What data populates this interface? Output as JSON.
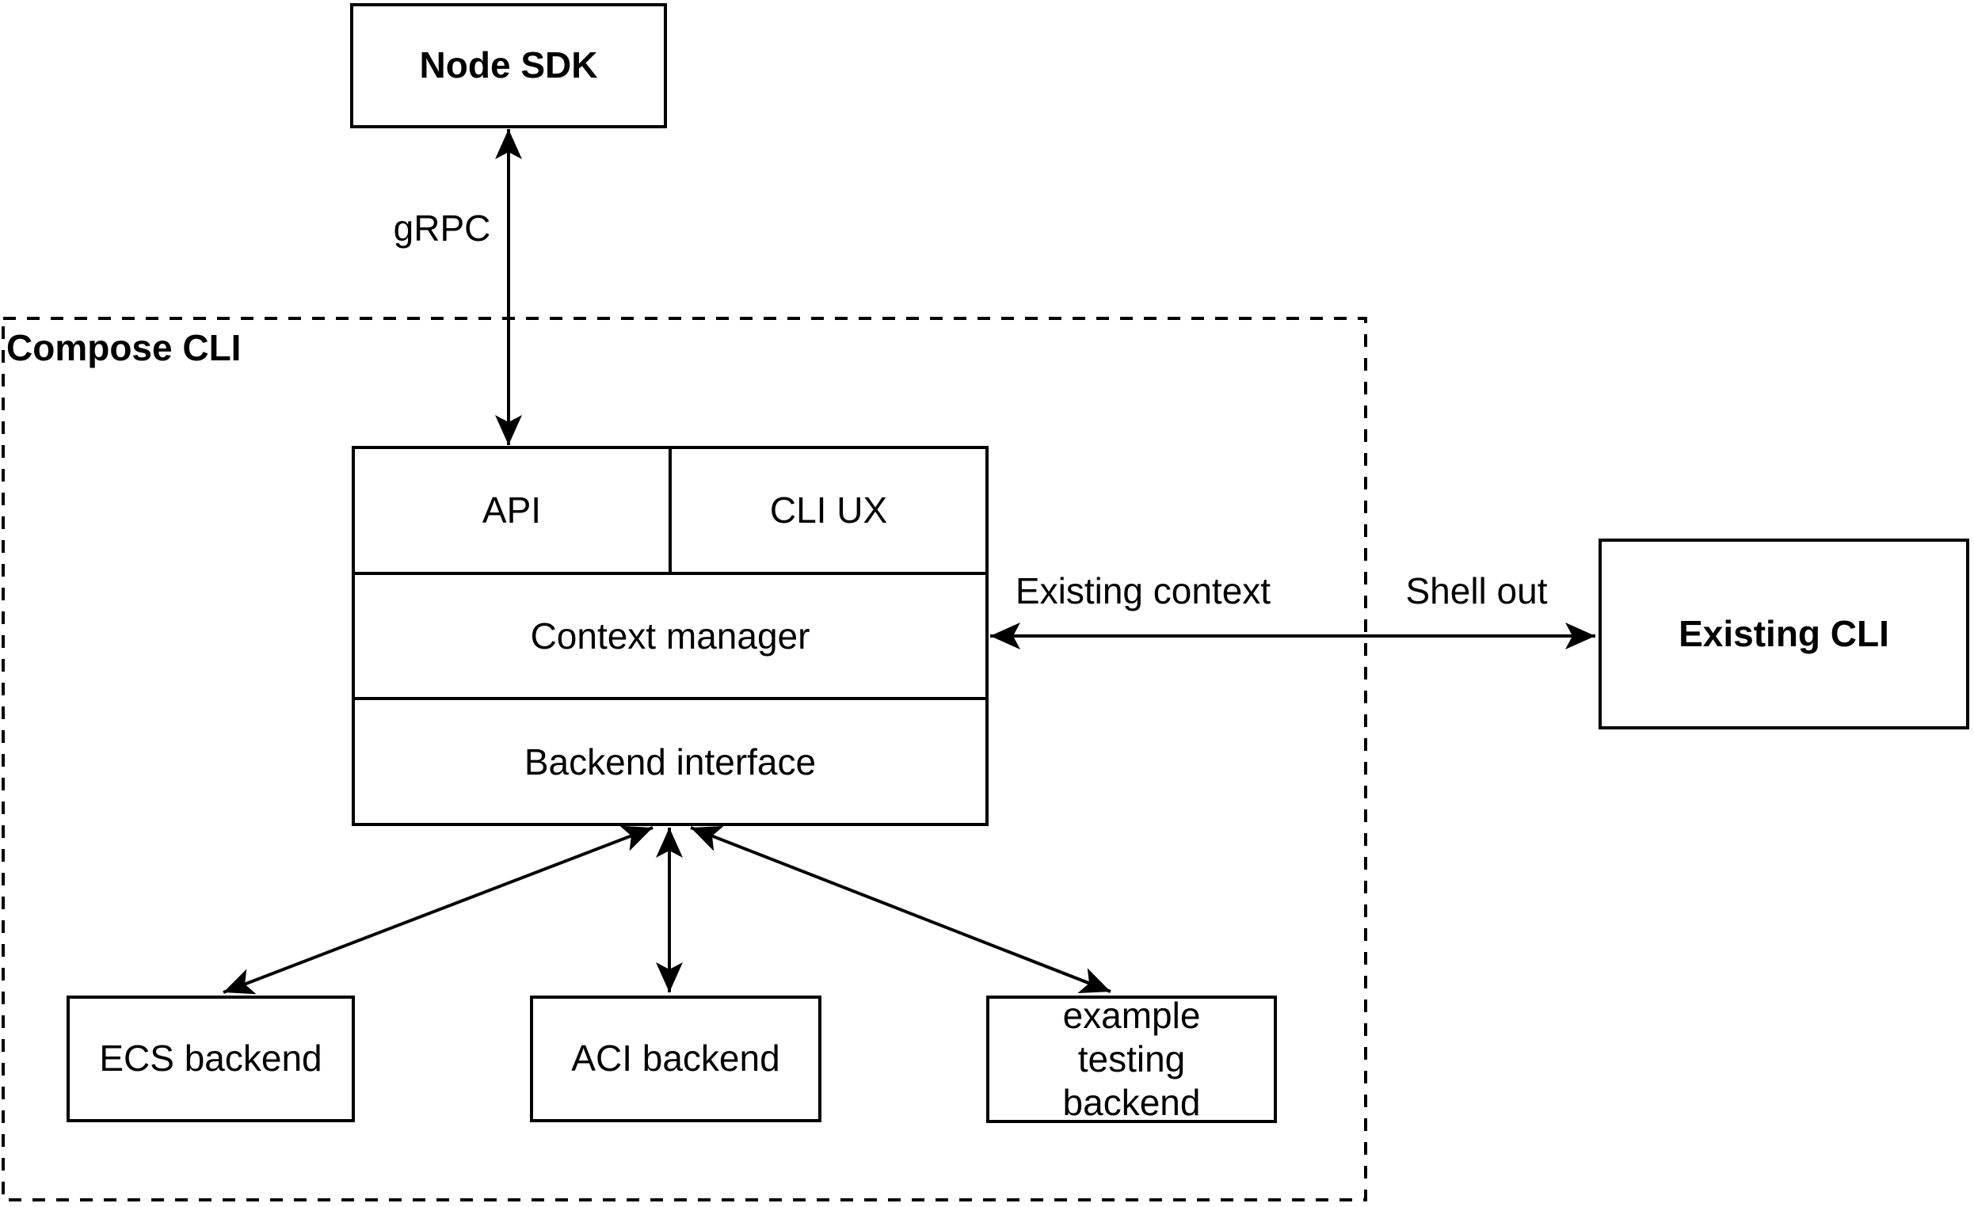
{
  "diagram": {
    "container": {
      "label": "Compose CLI"
    },
    "nodes": {
      "node_sdk": {
        "label": "Node SDK"
      },
      "api": {
        "label": "API"
      },
      "cli_ux": {
        "label": "CLI UX"
      },
      "context_manager": {
        "label": "Context manager"
      },
      "backend_interface": {
        "label": "Backend interface"
      },
      "existing_cli": {
        "label": "Existing CLI"
      },
      "ecs_backend": {
        "label": "ECS backend"
      },
      "aci_backend": {
        "label": "ACI backend"
      },
      "example_testing_backend": {
        "label": "example testing backend"
      }
    },
    "edges": {
      "grpc": {
        "label": "gRPC"
      },
      "existing_context": {
        "label": "Existing context"
      },
      "shell_out": {
        "label": "Shell out"
      }
    },
    "colors": {
      "stroke": "#000000",
      "background": "#ffffff",
      "text": "#000000"
    }
  }
}
